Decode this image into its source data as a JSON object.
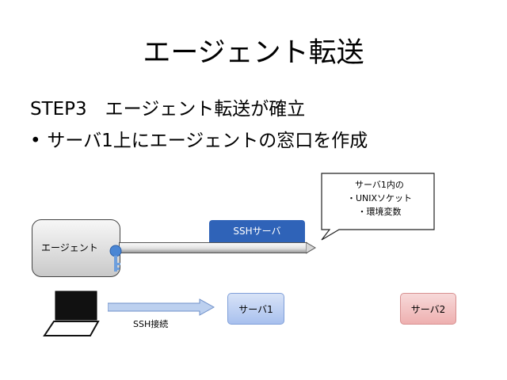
{
  "slide": {
    "title": "エージェント転送",
    "step_line": "STEP3　エージェント転送が確立",
    "bullet_mark": "•",
    "bullet_text": "サーバ1上にエージェントの窓口を作成"
  },
  "diagram": {
    "agent_label": "エージェント",
    "ssh_server_label": "SSHサーバ",
    "callout_lines": [
      "サーバ1内の",
      "・UNIXソケット",
      "・環境変数"
    ],
    "ssh_connection_label": "SSH接続",
    "server1_label": "サーバ1",
    "server2_label": "サーバ2"
  },
  "colors": {
    "ssh_server_fill": "#2f63b8",
    "server1_fill": "#c3d3f2",
    "server2_fill": "#f2c4c4",
    "key_fill": "#4a86d4"
  },
  "icons": [
    "key-icon",
    "laptop-icon",
    "arrow-right-icon"
  ]
}
